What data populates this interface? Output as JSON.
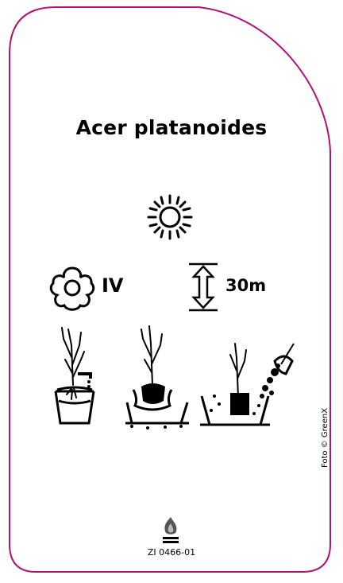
{
  "plant": {
    "name": "Acer platanoides"
  },
  "care": {
    "sun_icon": "sun-icon",
    "bloom_icon": "flower-icon",
    "hardiness_zone": "IV",
    "height_icon": "height-arrow-icon",
    "height": "30m"
  },
  "planting_steps": [
    "soak-roots-bucket-icon",
    "place-in-hole-icon",
    "backfill-soil-icon"
  ],
  "footer": {
    "code": "ZI 0466-01",
    "credit": "Foto © GreenX",
    "logo_icon": "super-color-logo-icon"
  },
  "colors": {
    "border": "#b0127a"
  }
}
